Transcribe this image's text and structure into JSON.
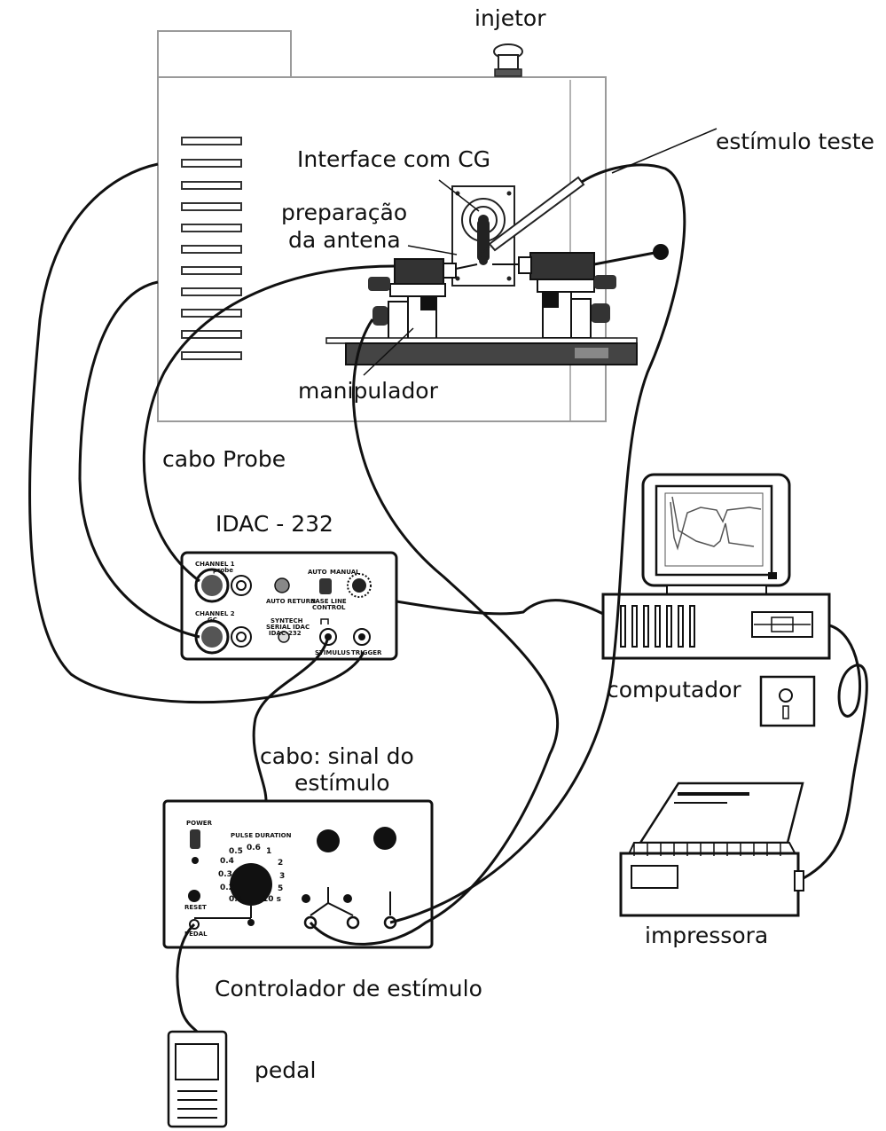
{
  "labels": {
    "injetor": "injetor",
    "estimulo_teste": "estímulo teste",
    "interface_cg": "Interface com CG",
    "preparacao_line1": "preparação",
    "preparacao_line2": "da antena",
    "manipulador": "manipulador",
    "cabo_probe": "cabo Probe",
    "idac": "IDAC - 232",
    "computador": "computador",
    "cabo_sinal_line1": "cabo: sinal do",
    "cabo_sinal_line2": "estímulo",
    "impressora": "impressora",
    "controlador": "Controlador de estímulo",
    "pedal": "pedal"
  },
  "idac_panel": {
    "channel1": "CHANNEL 1",
    "channel1_sub": "probe",
    "channel2": "CHANNEL 2",
    "channel2_sub": "GC",
    "auto_return": "AUTO RETURN",
    "auto": "AUTO",
    "manual": "MANUAL",
    "base_line": "BASE LINE",
    "control": "CONTROL",
    "syntech": "SYNTECH",
    "serial_idac": "SERIAL IDAC",
    "idac_model": "IDAC-232",
    "stimulus": "STIMULUS",
    "trigger": "TRIGGER"
  },
  "controller_panel": {
    "power": "POWER",
    "pulse_duration": "PULSE DURATION",
    "reset": "RESET",
    "pedal": "PEDAL",
    "dial_values": [
      "0.1",
      "0.2",
      "0.3",
      "0.4",
      "0.5",
      "0.6",
      "1",
      "2",
      "3",
      "5",
      "10 s"
    ]
  }
}
